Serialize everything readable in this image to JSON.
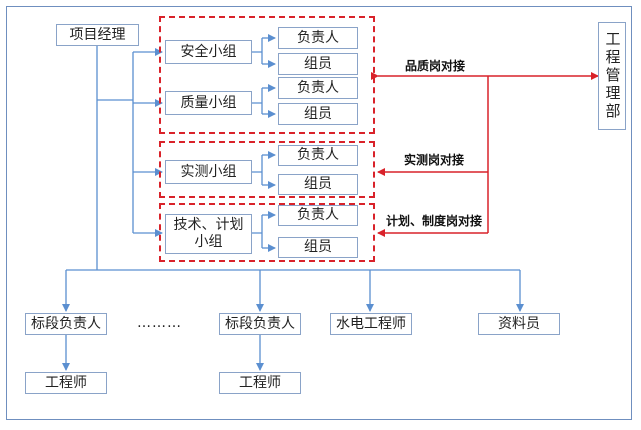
{
  "nodes": {
    "project_manager": "项目经理",
    "engineering_dept": "工程管理部",
    "safety_group": "安全小组",
    "quality_group": "质量小组",
    "measure_group": "实测小组",
    "tech_group_line1": "技术、计划",
    "tech_group_line2": "小组",
    "leader": "负责人",
    "member": "组员",
    "section_leader": "标段负责人",
    "engineer": "工程师",
    "mep_engineer": "水电工程师",
    "document_clerk": "资料员",
    "ellipsis": "………"
  },
  "relations": {
    "quality_post": "品质岗对接",
    "measure_post": "实测岗对接",
    "plan_post": "计划、制度岗对接"
  },
  "colors": {
    "tree_line": "#5b8fd0",
    "relation_line": "#d9222a",
    "box_border": "#8aa3c8"
  }
}
